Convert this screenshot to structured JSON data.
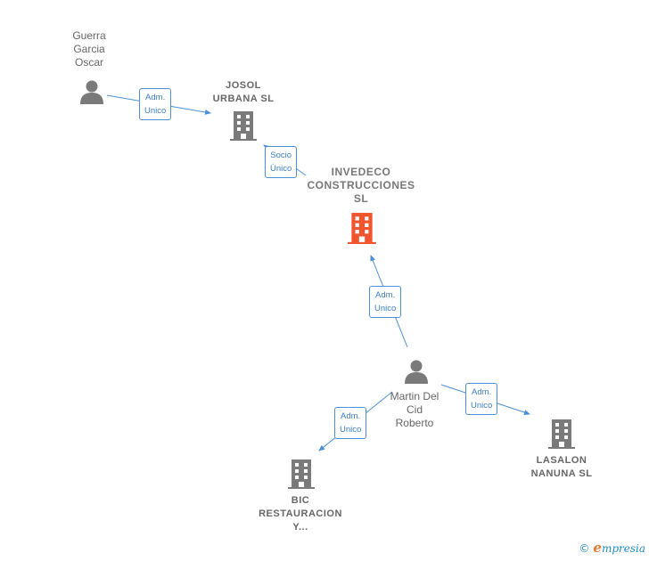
{
  "nodes": {
    "guerra": {
      "label": "Guerra\nGarcia\nOscar",
      "icon": "person-icon"
    },
    "josol": {
      "label": "JOSOL\nURBANA  SL",
      "icon": "building-icon"
    },
    "invedeco": {
      "label": "INVEDECO\nCONSTRUCCIONES\nSL",
      "icon": "building-icon",
      "color": "#f0552d"
    },
    "martin": {
      "label": "Martin Del\nCid\nRoberto",
      "icon": "person-icon"
    },
    "lasalon": {
      "label": "LASALON\nNANUNA  SL",
      "icon": "building-icon"
    },
    "bic": {
      "label": "BIC\nRESTAURACION\nY...",
      "icon": "building-icon"
    }
  },
  "edges": {
    "guerra_josol": "Adm.\nUnico",
    "josol_invedeco": "Socio\nÚnico",
    "martin_invedeco": "Adm.\nUnico",
    "martin_lasalon": "Adm.\nUnico",
    "martin_bic": "Adm.\nUnico"
  },
  "colors": {
    "icon_gray": "#7a7a7a",
    "edge_blue": "#4a90d9",
    "focus": "#f0552d"
  },
  "footer": {
    "copyright": "©",
    "brand_e": "e",
    "brand_rest": "mpresia"
  }
}
